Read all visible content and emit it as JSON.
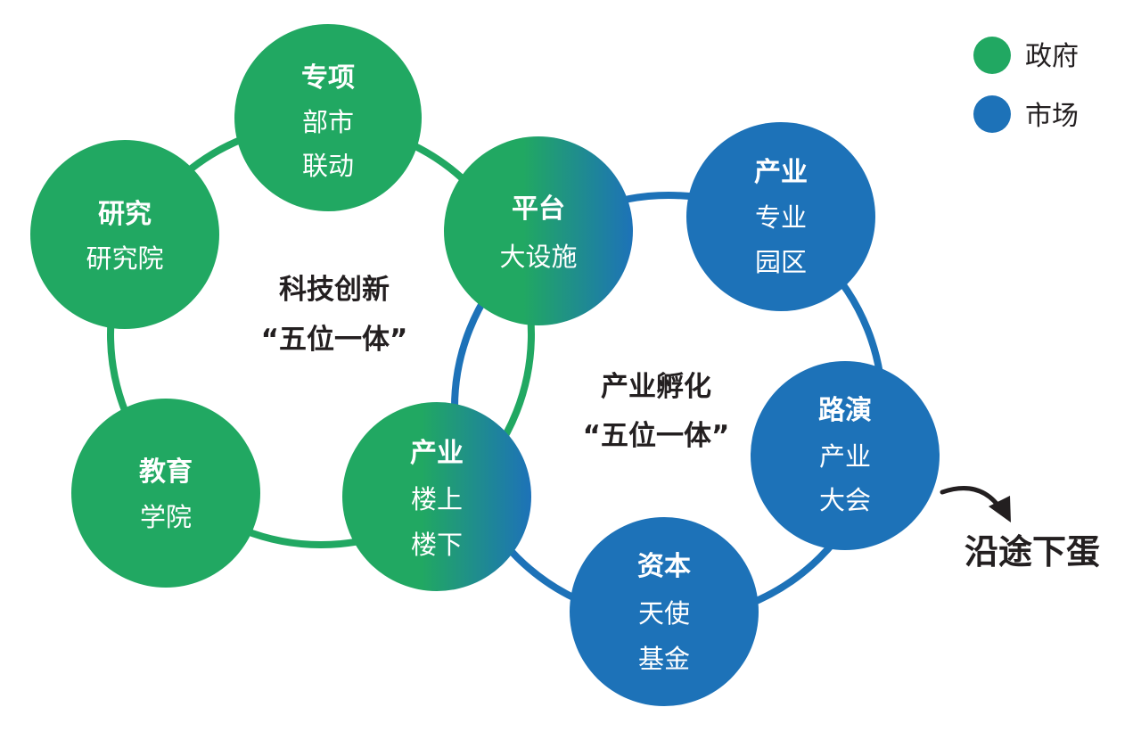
{
  "colors": {
    "government": "#21a862",
    "market": "#1d72b8",
    "text_dark": "#231f20",
    "node_text": "#ffffff"
  },
  "legend": {
    "government_label": "政府",
    "market_label": "市场"
  },
  "cycles": {
    "innovation": {
      "line1": "科技创新",
      "line2": "“五位一体”"
    },
    "incubation": {
      "line1": "产业孵化",
      "line2": "“五位一体”"
    }
  },
  "nodes": {
    "zhuanxiang": {
      "title": "专项",
      "line1": "部市",
      "line2": "联动"
    },
    "yanjiu": {
      "title": "研究",
      "line1": "研究院"
    },
    "jiaoyu": {
      "title": "教育",
      "line1": "学院"
    },
    "pingtai": {
      "title": "平台",
      "line1": "大设施"
    },
    "chanye_lou": {
      "title": "产业",
      "line1": "楼上",
      "line2": "楼下"
    },
    "chanye_yuan": {
      "title": "产业",
      "line1": "专业",
      "line2": "园区"
    },
    "luyan": {
      "title": "路演",
      "line1": "产业",
      "line2": "大会"
    },
    "ziben": {
      "title": "资本",
      "line1": "天使",
      "line2": "基金"
    }
  },
  "exit": {
    "label": "沿途下蛋",
    "icon": "curved-arrow-icon"
  }
}
